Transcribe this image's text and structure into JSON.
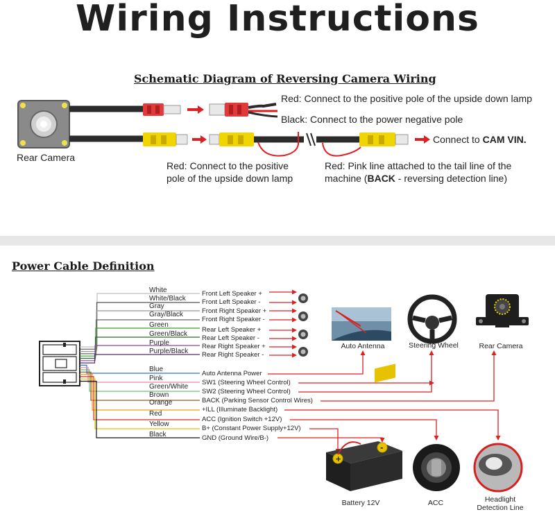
{
  "title": "Wiring Instructions",
  "schematic": {
    "heading": "Schematic Diagram of Reversing Camera Wiring",
    "rear_camera_label": "Rear Camera",
    "red_top": "Red: Connect to the positive pole of the upside down lamp",
    "black_top": "Black: Connect to the power negative pole",
    "cam_vin_prefix": "Connect to ",
    "cam_vin_bold": "CAM VIN.",
    "red_left_line1": "Red: Connect to the positive",
    "red_left_line2": "pole of the upside down lamp",
    "pink_line1": "Red: Pink line attached to the tail line of the",
    "pink_line2_prefix": "machine (",
    "pink_line2_bold": "BACK",
    "pink_line2_suffix": " - reversing detection line)"
  },
  "power": {
    "heading": "Power Cable Definition",
    "wires": [
      {
        "color": "White",
        "function": "Front Left Speaker +",
        "hex": "#bfbfbf"
      },
      {
        "color": "White/Black",
        "function": "Front Left Speaker -",
        "hex": "#555555"
      },
      {
        "color": "Gray",
        "function": "Front Right Speaker +",
        "hex": "#999999"
      },
      {
        "color": "Gray/Black",
        "function": "Front Right Speaker -",
        "hex": "#666666"
      },
      {
        "color": "Green",
        "function": "Rear Left Speaker +",
        "hex": "#33a02c"
      },
      {
        "color": "Green/Black",
        "function": "Rear Left Speaker -",
        "hex": "#2a6b2a"
      },
      {
        "color": "Purple",
        "function": "Rear Right Speaker +",
        "hex": "#8e44ad"
      },
      {
        "color": "Purple/Black",
        "function": "Rear Right Speaker -",
        "hex": "#5b2c6f"
      },
      {
        "color": "Blue",
        "function": "Auto Antenna Power",
        "hex": "#2e6fd6"
      },
      {
        "color": "Pink",
        "function": "SW1 (Steering Wheel Control)",
        "hex": "#e88aa8"
      },
      {
        "color": "Green/White",
        "function": "SW2 (Steering Wheel Control)",
        "hex": "#6fbf6f"
      },
      {
        "color": "Brown",
        "function": "BACK (Parking Sensor Control Wires)",
        "hex": "#8b5a2b"
      },
      {
        "color": "Orange",
        "function": "+ILL (Illuminate Backlight)",
        "hex": "#f39c12"
      },
      {
        "color": "Red",
        "function": "ACC (Ignition Switch +12V)",
        "hex": "#d62b2b"
      },
      {
        "color": "Yellow",
        "function": "B+ (Constant Power Supply+12V)",
        "hex": "#e6c200"
      },
      {
        "color": "Black",
        "function": "GND (Ground Wire/B-)",
        "hex": "#111111"
      }
    ],
    "captions": {
      "auto_antenna": "Auto Antenna",
      "steering_wheel": "Steering Wheel",
      "rear_camera": "Rear Camera",
      "battery": "Battery 12V",
      "acc": "ACC",
      "headlight_line1": "Headlight",
      "headlight_line2": "Detection Line"
    }
  },
  "colors": {
    "arrow_red": "#e02020",
    "heading": "#1a1a1a"
  }
}
